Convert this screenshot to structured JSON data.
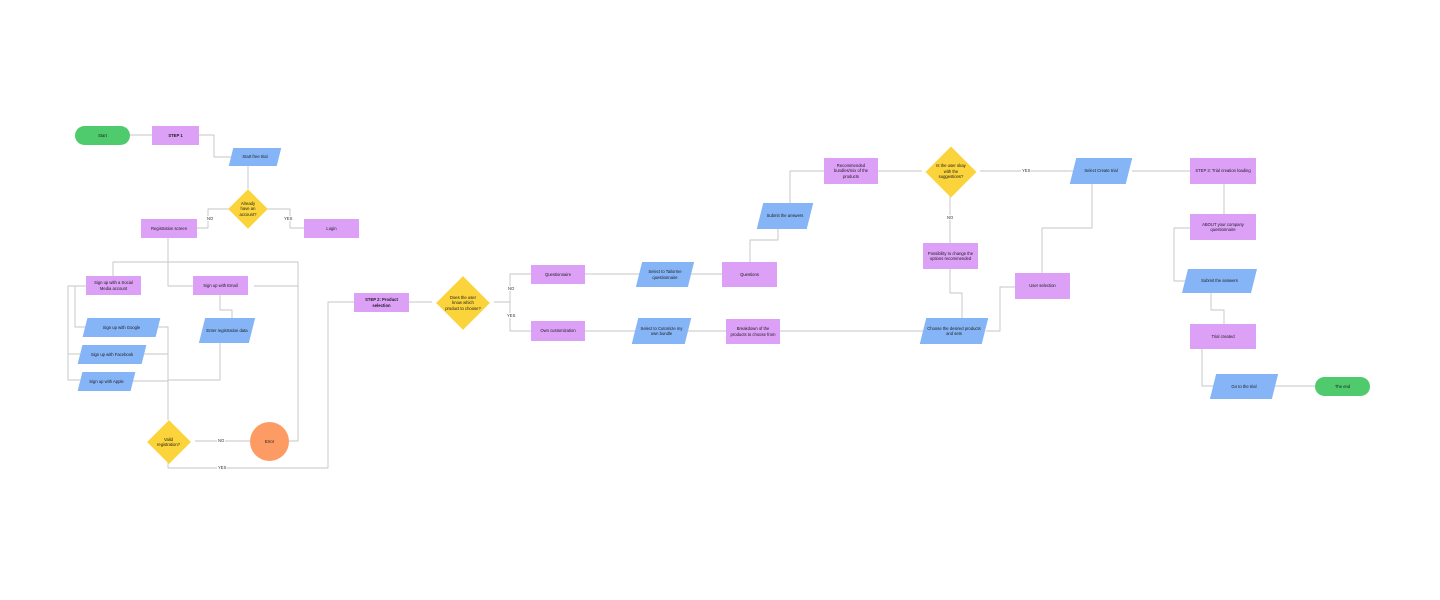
{
  "colors": {
    "terminal": "#4fcb6e",
    "process": "#dca0f7",
    "io": "#86b5f7",
    "decision": "#fbd33a",
    "error": "#fd9b64",
    "connector": "#c5c5c5"
  },
  "nodes": {
    "start": "Start",
    "step1": "STEP 1",
    "start_free_trial": "Start free trial",
    "already_account": "Already have an account?",
    "registration_screen": "Registration screen",
    "login": "Login",
    "signup_social": "Sign up with a Social Media account",
    "signup_email": "Sign up with Email",
    "signup_google": "Sign up with Google",
    "signup_facebook": "Sign up with Facebook",
    "signup_apple": "Sign up with Apple",
    "enter_registration": "Enter registration data",
    "valid_registration": "Valid registration?",
    "error": "Error",
    "step2": "STEP 2: Product selection",
    "know_products": "Does the user know which product to choose?",
    "questionnaire": "Questionnaire",
    "own_customization": "Own customization",
    "select_tailorme": "Select to Tailorme questionnaire",
    "select_customize": "Select to Cutomize my own bundle",
    "questions": "Questions",
    "breakdown": "Breakdown of the products to choose from",
    "submit_answers_1": "Submit the answers",
    "recommended": "Recommended bundles/mix of the products",
    "user_okay": "Is the user okay with the suggestions?",
    "possibility_change": "Possibility to change the options recommended",
    "choose_desired": "Choose the desired products and sets",
    "user_selection": "User selection",
    "select_create_trial": "Select Create trial",
    "step3": "STEP 3: Trial creation loading",
    "about_company": "ABOUT your company questionnaire",
    "submit_answers_2": "Submit the answers",
    "trial_created": "Trial created",
    "go_to_trial": "Go to the trial",
    "the_end": "The end"
  },
  "edge_labels": {
    "no_account": "NO",
    "yes_account": "YES",
    "no_know": "NO",
    "yes_know": "YES",
    "yes_okay": "YES",
    "no_okay": "NO",
    "no_valid": "NO",
    "yes_valid": "YES"
  }
}
